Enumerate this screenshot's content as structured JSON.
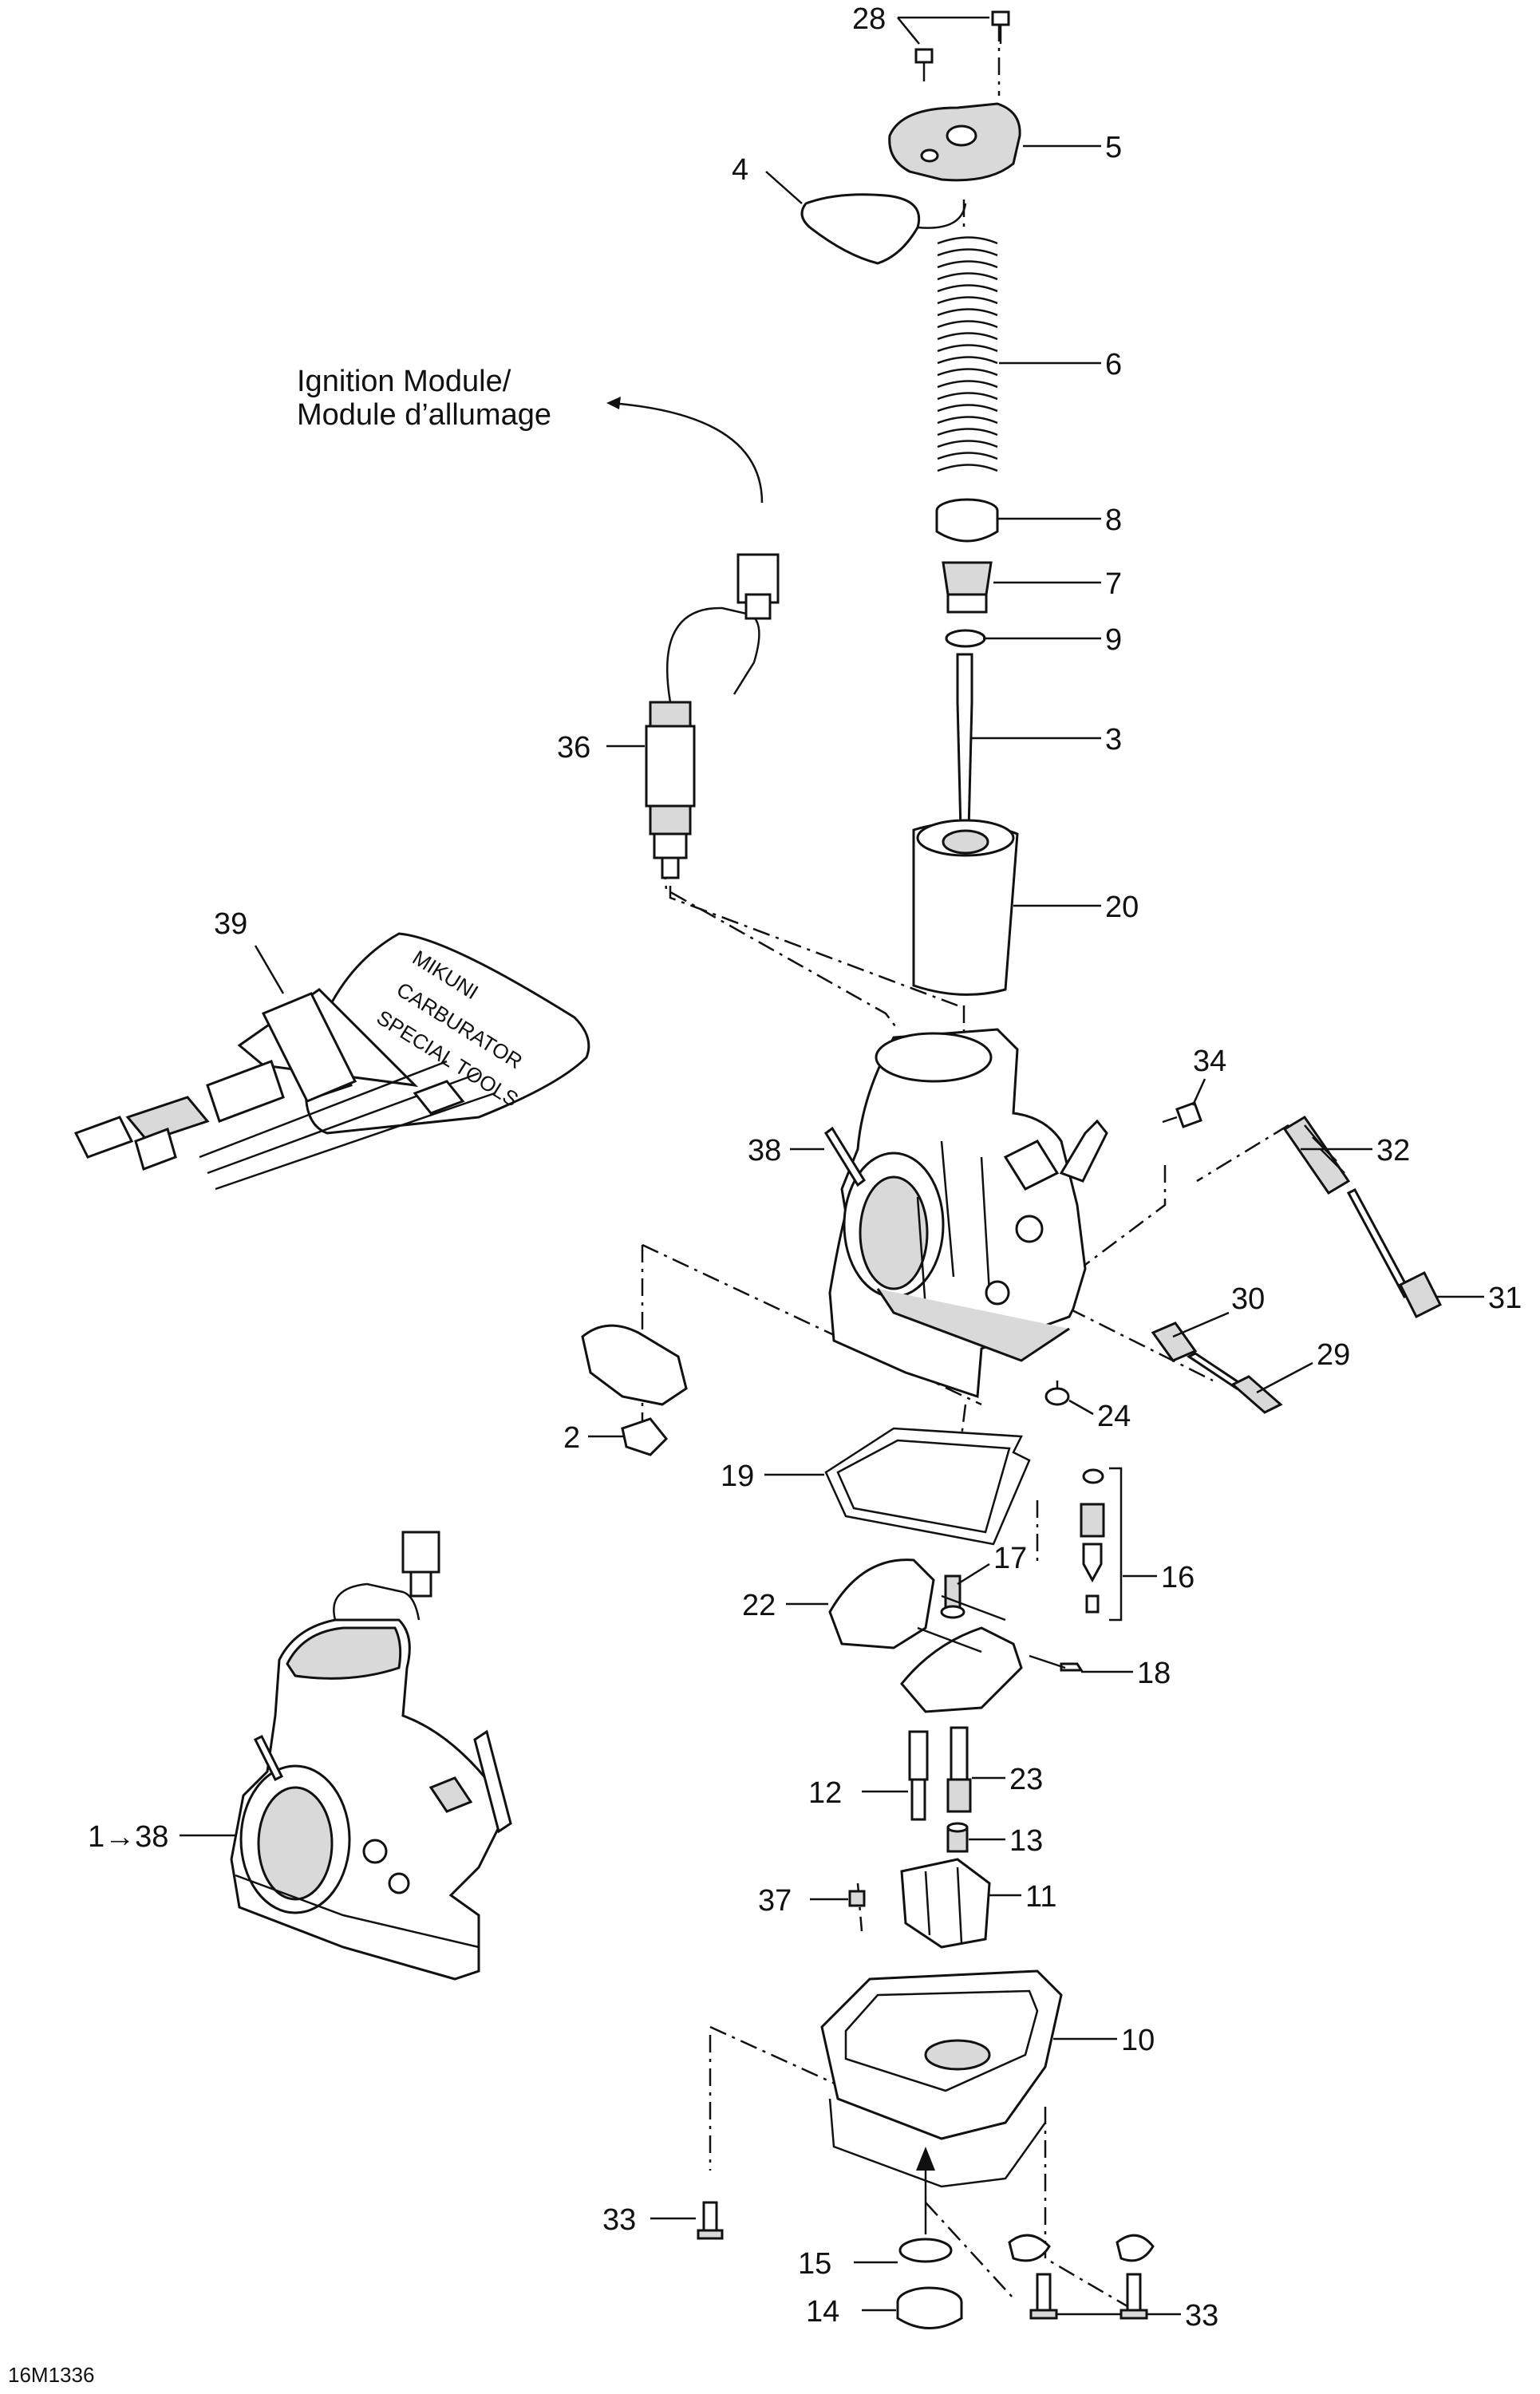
{
  "figure_id": "16M1336",
  "callout": {
    "en": "Ignition Module/",
    "fr": "Module d’allumage"
  },
  "parts": [
    {
      "key": "p28",
      "label": "28"
    },
    {
      "key": "p5",
      "label": "5"
    },
    {
      "key": "p4",
      "label": "4"
    },
    {
      "key": "p6",
      "label": "6"
    },
    {
      "key": "p8",
      "label": "8"
    },
    {
      "key": "p7",
      "label": "7"
    },
    {
      "key": "p9",
      "label": "9"
    },
    {
      "key": "p3",
      "label": "3"
    },
    {
      "key": "p36",
      "label": "36"
    },
    {
      "key": "p20",
      "label": "20"
    },
    {
      "key": "p39",
      "label": "39"
    },
    {
      "key": "p34",
      "label": "34"
    },
    {
      "key": "p38",
      "label": "38"
    },
    {
      "key": "p32",
      "label": "32"
    },
    {
      "key": "p30",
      "label": "30"
    },
    {
      "key": "p31",
      "label": "31"
    },
    {
      "key": "p29",
      "label": "29"
    },
    {
      "key": "p24",
      "label": "24"
    },
    {
      "key": "p2",
      "label": "2"
    },
    {
      "key": "p19",
      "label": "19"
    },
    {
      "key": "p17",
      "label": "17"
    },
    {
      "key": "p16",
      "label": "16"
    },
    {
      "key": "p22",
      "label": "22"
    },
    {
      "key": "p18",
      "label": "18"
    },
    {
      "key": "p12",
      "label": "12"
    },
    {
      "key": "p23",
      "label": "23"
    },
    {
      "key": "p13",
      "label": "13"
    },
    {
      "key": "p1",
      "label": "1→38"
    },
    {
      "key": "p37",
      "label": "37"
    },
    {
      "key": "p11",
      "label": "11"
    },
    {
      "key": "p10",
      "label": "10"
    },
    {
      "key": "p33a",
      "label": "33"
    },
    {
      "key": "p15",
      "label": "15"
    },
    {
      "key": "p14",
      "label": "14"
    },
    {
      "key": "p33b",
      "label": "33"
    }
  ],
  "tool_kit_text": {
    "brand": "MIKUNI",
    "line": "CARBURATOR",
    "sub": "SPECIAL TOOLS"
  }
}
